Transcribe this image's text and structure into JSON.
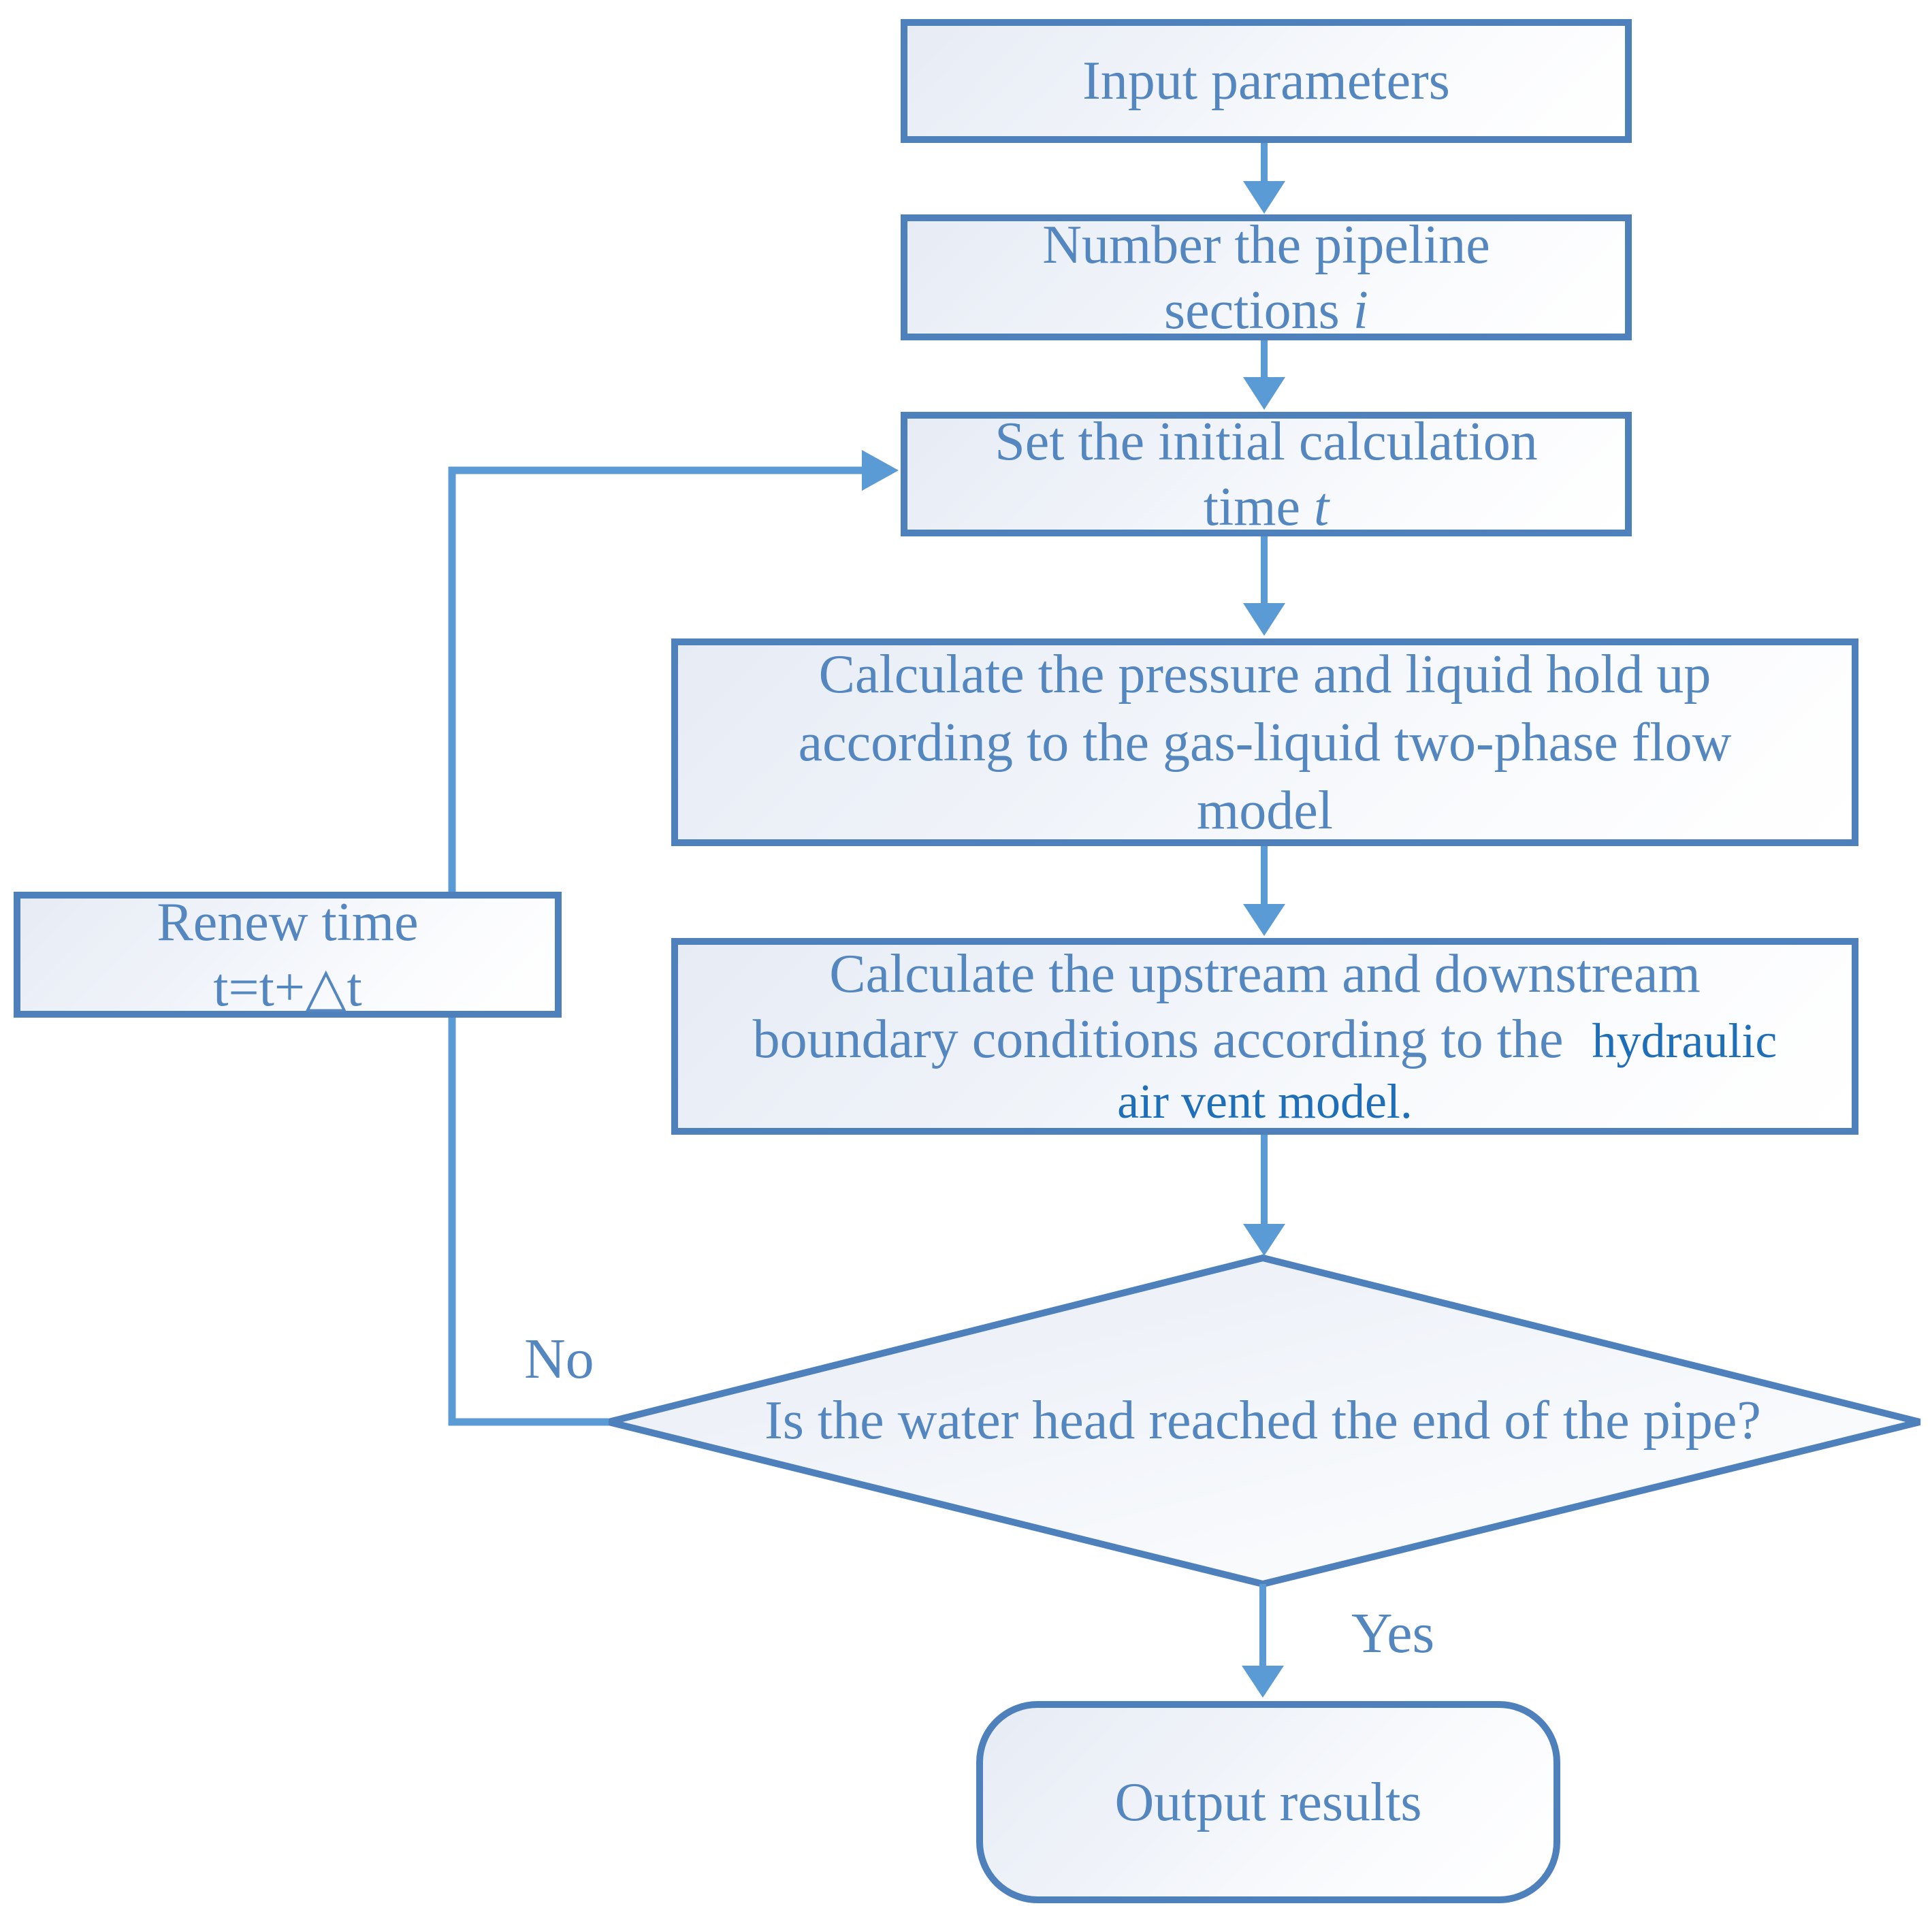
{
  "diagram": {
    "colors": {
      "box_border": "#4e81bb",
      "connector": "#5b9bd5",
      "text": "#5486c0",
      "highlight_text": "#1e6fb8",
      "fill_light": "#e7ebf4",
      "fill_white": "#ffffff"
    },
    "nodes": {
      "input_parameters": {
        "label": "Input parameters"
      },
      "number_sections": {
        "line1": "Number the pipeline",
        "line2_prefix": "sections ",
        "line2_var": "i"
      },
      "set_initial_time": {
        "line1": "Set the initial calculation",
        "line2_prefix": "time ",
        "line2_var": "t"
      },
      "calc_pressure": {
        "line1": "Calculate the pressure and liquid hold up",
        "line2": "according to the gas-liquid two-phase flow",
        "line3": "model"
      },
      "calc_boundary": {
        "line1": "Calculate the upstream and downstream",
        "line2_plain": "boundary conditions according to the",
        "line2_highlight": "hydraulic",
        "line3_highlight": "air vent model."
      },
      "decision": {
        "label": "Is the water head reached the end of the pipe?"
      },
      "renew_time": {
        "line1": "Renew time",
        "line2": "t=t+△t"
      },
      "output_results": {
        "label": "Output results"
      }
    },
    "edge_labels": {
      "no": "No",
      "yes": "Yes"
    }
  }
}
